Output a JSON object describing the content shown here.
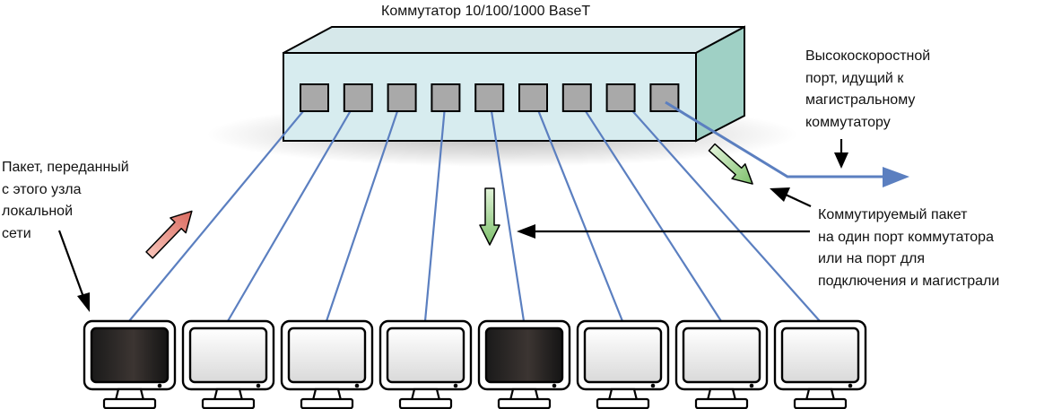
{
  "switch": {
    "title": "Коммутатор 10/100/1000 BaseT",
    "port_count": 9,
    "body_color": "#d7ecef",
    "side_color": "#9fd0c5",
    "port_color": "#a9a9a9"
  },
  "uplink_note": {
    "lines": [
      "Высокоскоростной",
      "порт, идущий к",
      "магистральному",
      "коммутатору"
    ]
  },
  "source_note": {
    "lines": [
      "Пакет, переданный",
      "с этого узла",
      "локальной",
      "сети"
    ]
  },
  "switched_note": {
    "lines": [
      "Коммутируемый пакет",
      "на один порт коммутатора",
      "или на порт для",
      "подключения и магистрали"
    ]
  },
  "workstations": [
    {
      "id": "pc-1",
      "screen": "active"
    },
    {
      "id": "pc-2",
      "screen": "idle"
    },
    {
      "id": "pc-3",
      "screen": "idle"
    },
    {
      "id": "pc-4",
      "screen": "idle"
    },
    {
      "id": "pc-5",
      "screen": "active"
    },
    {
      "id": "pc-6",
      "screen": "idle"
    },
    {
      "id": "pc-7",
      "screen": "idle"
    },
    {
      "id": "pc-8",
      "screen": "idle"
    }
  ],
  "colors": {
    "link": "#5b7fc0",
    "outbound_packet": "#e8897f",
    "switched_packet": "#9fd08f",
    "pointer": "#000000",
    "screen_active": "#2a2a2a",
    "screen_idle": "#f2f2f2"
  }
}
